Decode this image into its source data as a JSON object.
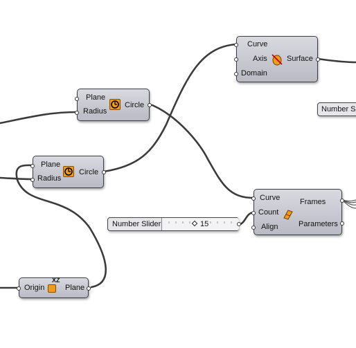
{
  "colors": {
    "wire": "#3b3b3b",
    "icon": "#f29b1b",
    "canvas": "#ffffff"
  },
  "nodes": {
    "circle_top": {
      "in": [
        "Plane",
        "Radius"
      ],
      "out": "Circle",
      "icon": "circle-icon"
    },
    "circle_mid": {
      "in": [
        "Plane",
        "Radius"
      ],
      "out": "Circle",
      "icon": "circle-icon"
    },
    "revolve": {
      "in": [
        "Curve",
        "Axis",
        "Domain"
      ],
      "out": "Surface",
      "icon": "revolve-icon"
    },
    "frames": {
      "in": [
        "Curve",
        "Count",
        "Align"
      ],
      "out": [
        "Frames",
        "Parameters"
      ],
      "icon": "frames-icon"
    },
    "xz_plane": {
      "in": "Origin",
      "out": "Plane",
      "icon": "xz-plane-icon",
      "badge": "XZ"
    }
  },
  "slider_main": {
    "label": "Number Slider",
    "value": "15"
  },
  "slider_right": {
    "label": "Number Sli"
  }
}
